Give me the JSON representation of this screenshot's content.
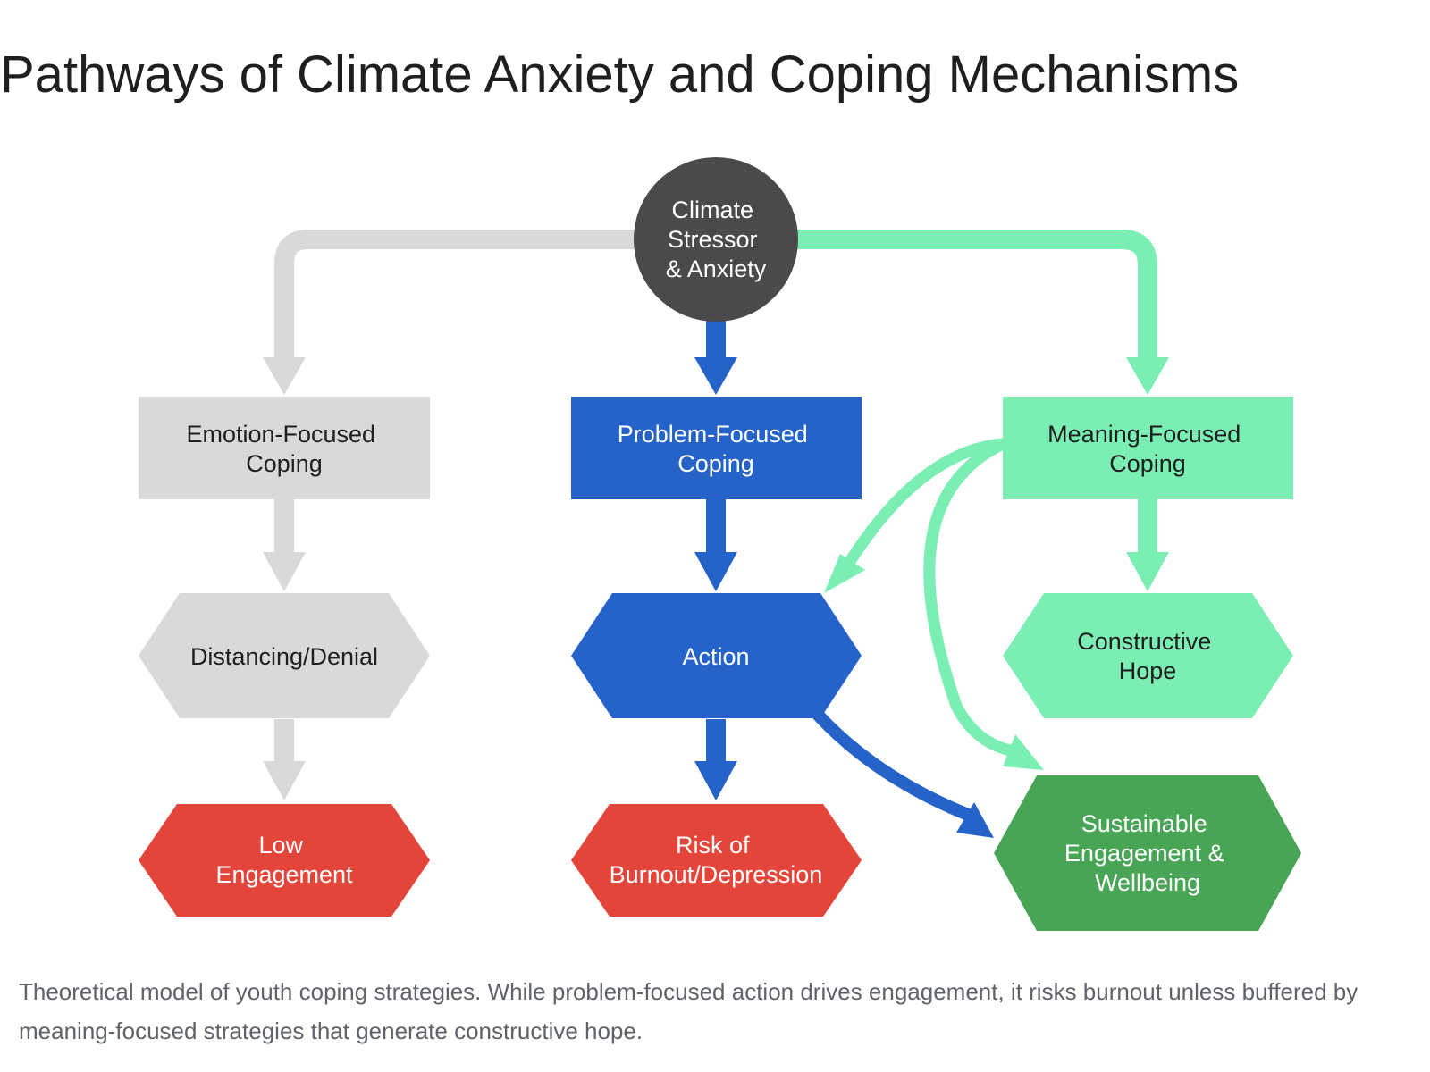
{
  "title": "Pathways of Climate Anxiety and Coping Mechanisms",
  "caption": "Theoretical model of youth coping strategies. While problem-focused action drives engagement, it risks burnout unless buffered by meaning-focused strategies that generate constructive hope.",
  "colors": {
    "dark": "#4a4a4a",
    "grey": "#d9d9d9",
    "blue": "#2563c9",
    "mint": "#7aeeb3",
    "red": "#e3453a",
    "green": "#48a556"
  },
  "nodes": {
    "stressor": [
      "Climate",
      "Stressor",
      "& Anxiety"
    ],
    "emotion": [
      "Emotion-Focused",
      "Coping"
    ],
    "problem": [
      "Problem-Focused",
      "Coping"
    ],
    "meaning": [
      "Meaning-Focused",
      "Coping"
    ],
    "distancing": [
      "Distancing/Denial"
    ],
    "action": [
      "Action"
    ],
    "hope": [
      "Constructive",
      "Hope"
    ],
    "low": [
      "Low",
      "Engagement"
    ],
    "burnout": [
      "Risk of",
      "Burnout/Depression"
    ],
    "sustainable": [
      "Sustainable",
      "Engagement &",
      "Wellbeing"
    ]
  }
}
